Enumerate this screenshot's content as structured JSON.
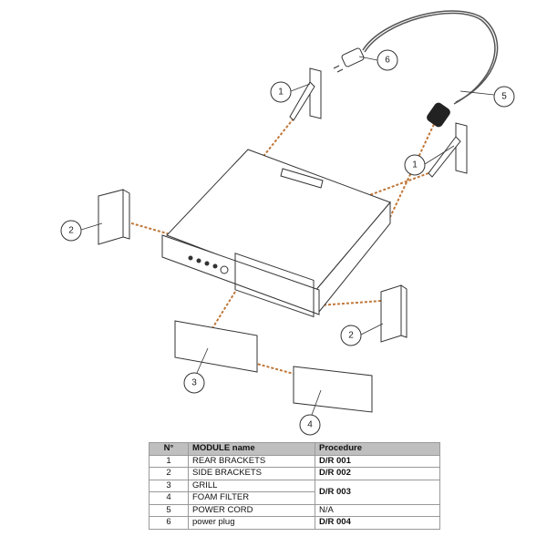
{
  "callouts": {
    "rear_bracket_left": "1",
    "rear_bracket_right": "1",
    "side_bracket_left": "2",
    "side_bracket_right": "2",
    "grill": "3",
    "foam_filter": "4",
    "power_cord": "5",
    "power_plug": "6"
  },
  "colors": {
    "dashed_line": "#c0783a",
    "header_bg": "#bfbfbf"
  },
  "table": {
    "headers": [
      "N°",
      "MODULE name",
      "Procedure"
    ],
    "rows": [
      {
        "n": "1",
        "name": "REAR BRACKETS",
        "procedure": "D/R 001"
      },
      {
        "n": "2",
        "name": "SIDE BRACKETS",
        "procedure": "D/R 002"
      },
      {
        "n": "3",
        "name": "GRILL",
        "procedure": "D/R 003"
      },
      {
        "n": "4",
        "name": "FOAM FILTER",
        "procedure": ""
      },
      {
        "n": "5",
        "name": "POWER CORD",
        "procedure": "N/A"
      },
      {
        "n": "6",
        "name": "power plug",
        "procedure": "D/R 004"
      }
    ]
  }
}
